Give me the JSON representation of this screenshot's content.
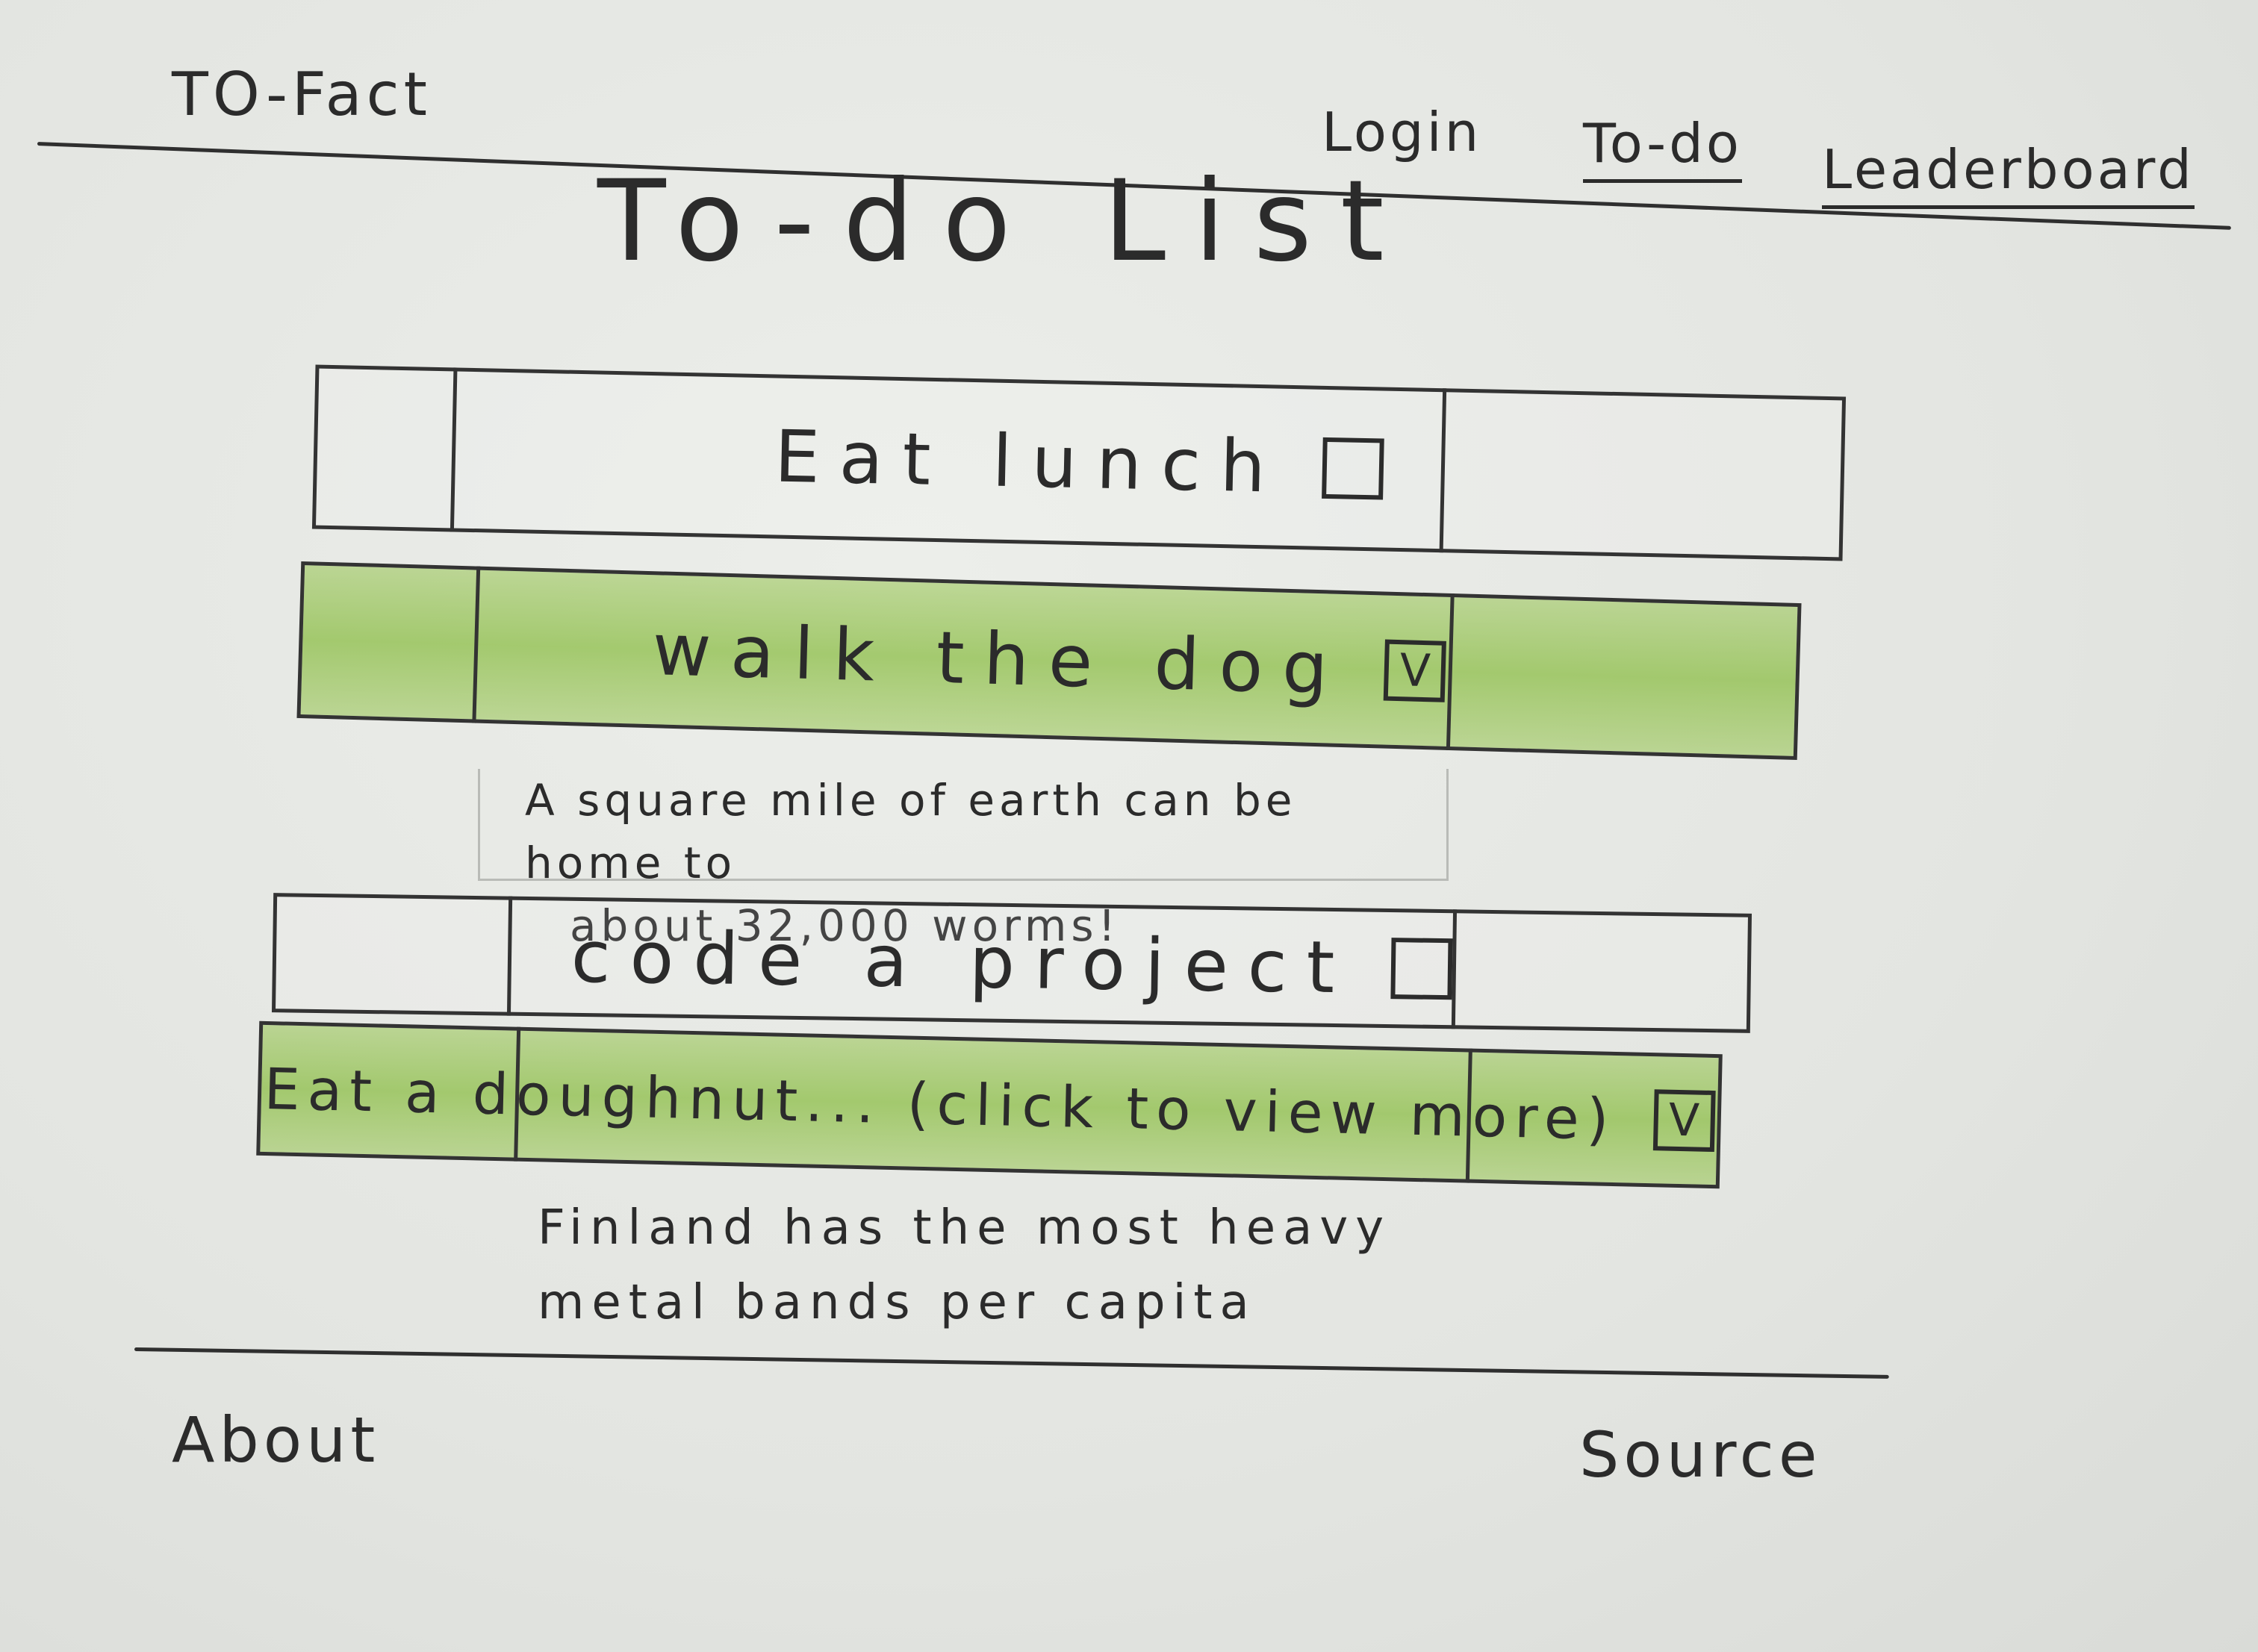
{
  "header": {
    "brand": "TO-Fact",
    "nav": {
      "login": "Login",
      "todo": "To-do",
      "leaderboard": "Leaderboard"
    }
  },
  "main": {
    "title": "To-do List",
    "todos": [
      {
        "label": "Eat lunch",
        "checked": false,
        "check_mark": ""
      },
      {
        "label": "walk the dog",
        "checked": true,
        "check_mark": "V"
      },
      {
        "label": "code a project",
        "checked": false,
        "check_mark": ""
      },
      {
        "label": "Eat a doughnut... (click to view more)",
        "checked": true,
        "check_mark": "V"
      }
    ],
    "facts": [
      {
        "line1": "A square mile of earth can be home to",
        "line2": "about 32,000 worms!"
      },
      {
        "line1": "Finland has the most heavy",
        "line2": "metal bands per capita"
      }
    ]
  },
  "footer": {
    "about": "About",
    "source": "Source"
  },
  "colors": {
    "completed_highlight": "#8cbe46",
    "ink": "#2b2b2b",
    "paper": "#e4e6e2"
  },
  "icons": {
    "checkbox_empty": "checkbox-unchecked-icon",
    "checkbox_checked": "checkbox-checked-icon"
  }
}
